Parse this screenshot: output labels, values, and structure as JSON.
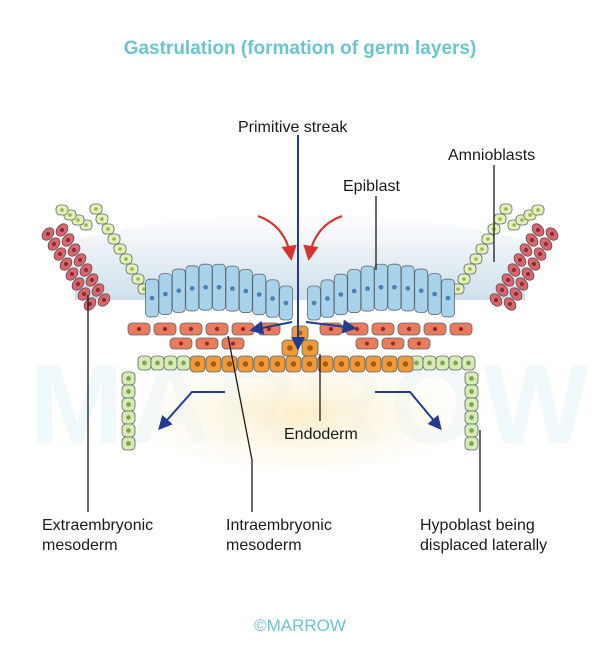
{
  "title": "Gastrulation (formation of germ layers)",
  "watermark": "MARROW",
  "footer": "©MARROW",
  "labels": {
    "primitive_streak": "Primitive streak",
    "amnioblasts": "Amnioblasts",
    "epiblast": "Epiblast",
    "endoderm": "Endoderm",
    "extraembryonic_1": "Extraembryonic",
    "extraembryonic_2": "mesoderm",
    "intraembryonic_1": "Intraembryonic",
    "intraembryonic_2": "mesoderm",
    "hypoblast_1": "Hypoblast being",
    "hypoblast_2": "displaced laterally"
  },
  "colors": {
    "title": "#6cc4d1",
    "epiblast_cell": "#a9d3ea",
    "amnioblast_cell": "#e4f1b5",
    "extraembryonic_cell": "#d8676d",
    "intraembryonic_cell": "#ea7b5b",
    "endoderm_cell": "#ee9a3b",
    "hypoblast_cell": "#d6ecb3",
    "inward_arrow": "#d8322c",
    "outward_arrow": "#243b8f"
  }
}
